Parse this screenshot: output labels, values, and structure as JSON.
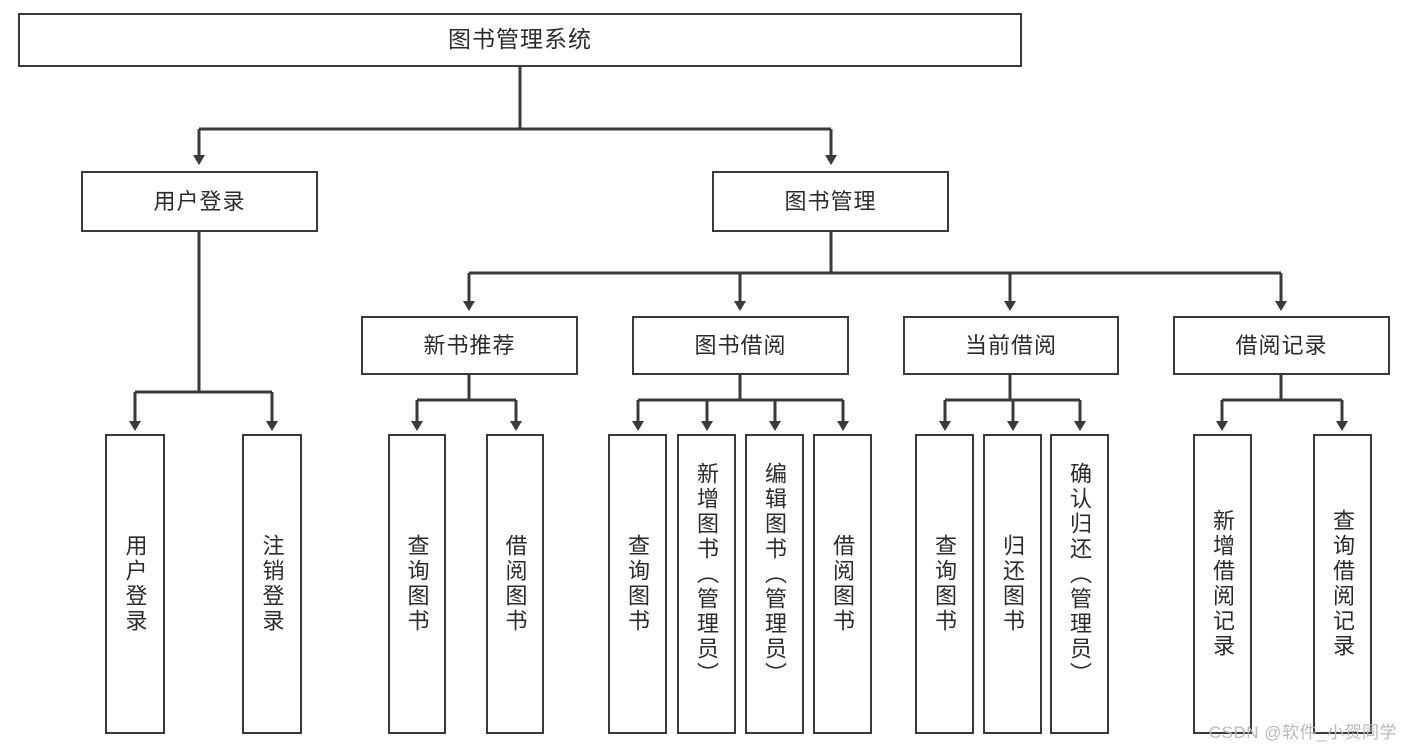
{
  "diagram": {
    "title": "图书管理系统",
    "watermark": "CSDN @软件_小贺同学",
    "line_color": "#3a3a3a",
    "box_border_color": "#3a3a3a",
    "text_color": "#2b2b2b",
    "background": "#ffffff"
  },
  "nodes": {
    "root": {
      "label": "图书管理系统"
    },
    "level2": [
      {
        "label": "用户登录"
      },
      {
        "label": "图书管理"
      }
    ],
    "level3": [
      {
        "label": "新书推荐"
      },
      {
        "label": "图书借阅"
      },
      {
        "label": "当前借阅"
      },
      {
        "label": "借阅记录"
      }
    ],
    "leaves": {
      "user_login": [
        {
          "label": "用户登录"
        },
        {
          "label": "注销登录"
        }
      ],
      "new_book": [
        {
          "label": "查询图书"
        },
        {
          "label": "借阅图书"
        }
      ],
      "book_borrow": [
        {
          "label": "查询图书"
        },
        {
          "label": "新增图书（管理员）"
        },
        {
          "label": "编辑图书（管理员）"
        },
        {
          "label": "借阅图书"
        }
      ],
      "current_borrow": [
        {
          "label": "查询图书"
        },
        {
          "label": "归还图书"
        },
        {
          "label": "确认归还（管理员）"
        }
      ],
      "borrow_record": [
        {
          "label": "新增借阅记录"
        },
        {
          "label": "查询借阅记录"
        }
      ]
    }
  }
}
